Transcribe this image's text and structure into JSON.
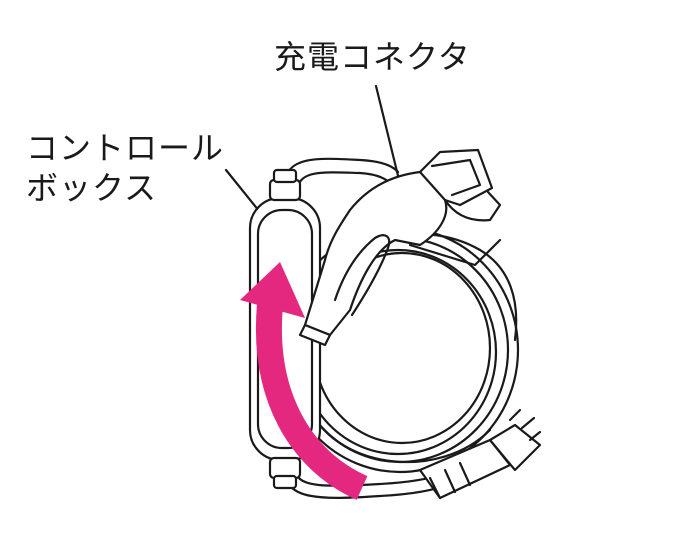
{
  "labels": {
    "connector": "充電コネクタ",
    "control_box_line1": "コントロール",
    "control_box_line2": "ボックス"
  },
  "colors": {
    "arrow": "#e5287f",
    "line": "#1a1a1a"
  }
}
